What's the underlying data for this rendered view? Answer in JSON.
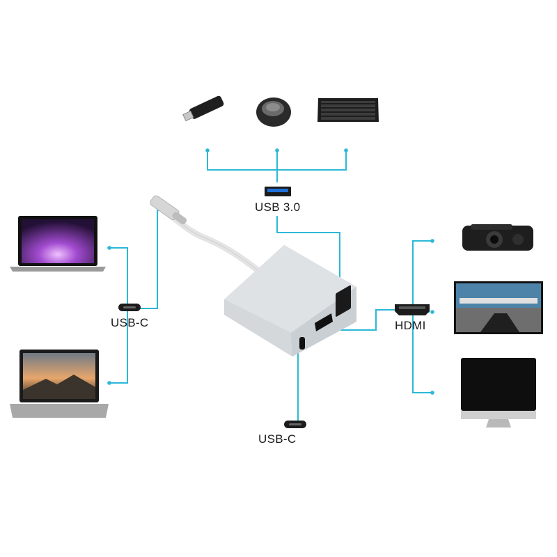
{
  "ports": {
    "usb3": {
      "label": "USB 3.0"
    },
    "usbc_input": {
      "label": "USB-C"
    },
    "usbc_output": {
      "label": "USB-C"
    },
    "hdmi": {
      "label": "HDMI"
    }
  },
  "devices": {
    "usb3": [
      "flash-drive",
      "wireless-mouse",
      "keyboard"
    ],
    "usbc_input": [
      "laptop",
      "laptop"
    ],
    "hdmi": [
      "projector",
      "tv",
      "monitor"
    ]
  },
  "colors": {
    "connector_line": "#2cb8d6",
    "adapter_body": "#d9dde0",
    "cable": "#e4e4e4"
  }
}
